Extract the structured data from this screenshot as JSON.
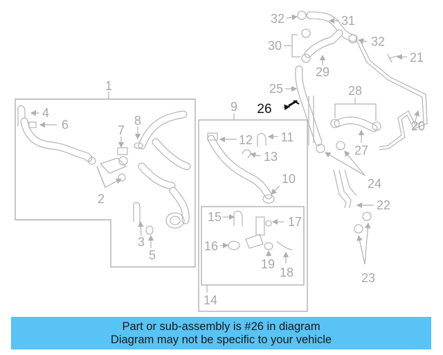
{
  "diagram": {
    "callouts": [
      "1",
      "2",
      "3",
      "4",
      "5",
      "6",
      "7",
      "8",
      "9",
      "10",
      "11",
      "12",
      "13",
      "14",
      "15",
      "16",
      "17",
      "18",
      "19",
      "20",
      "21",
      "22",
      "23",
      "24",
      "25",
      "26",
      "27",
      "28",
      "29",
      "30",
      "31",
      "32",
      "32"
    ],
    "highlighted_callout": "26"
  },
  "banner": {
    "line1": "Part or sub-assembly is #26 in diagram",
    "line2": "Diagram may not be specific to your vehicle",
    "color": "#59c3f5"
  }
}
